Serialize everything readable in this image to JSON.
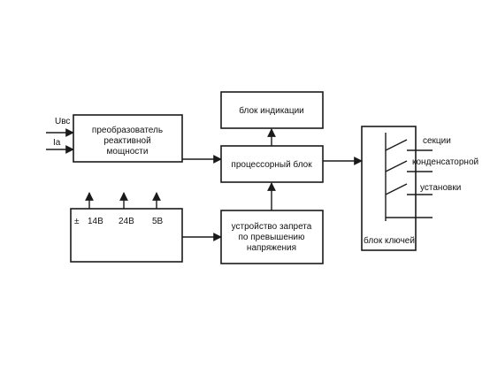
{
  "diagram": {
    "inputs": {
      "u": "Uвс",
      "i": "Iа"
    },
    "converter": [
      "преобразователь",
      "реактивной",
      "мощности"
    ],
    "indication": "блок индикации",
    "processor": "процессорный блок",
    "inhibit": [
      "устройство запрета",
      "по превышению",
      "напряжения"
    ],
    "power": {
      "pm": "±",
      "v14": "14В",
      "v24": "24В",
      "v5": "5В"
    },
    "keys": "блок ключей",
    "outputs": [
      "секции",
      "конденсаторной",
      "установки"
    ]
  }
}
